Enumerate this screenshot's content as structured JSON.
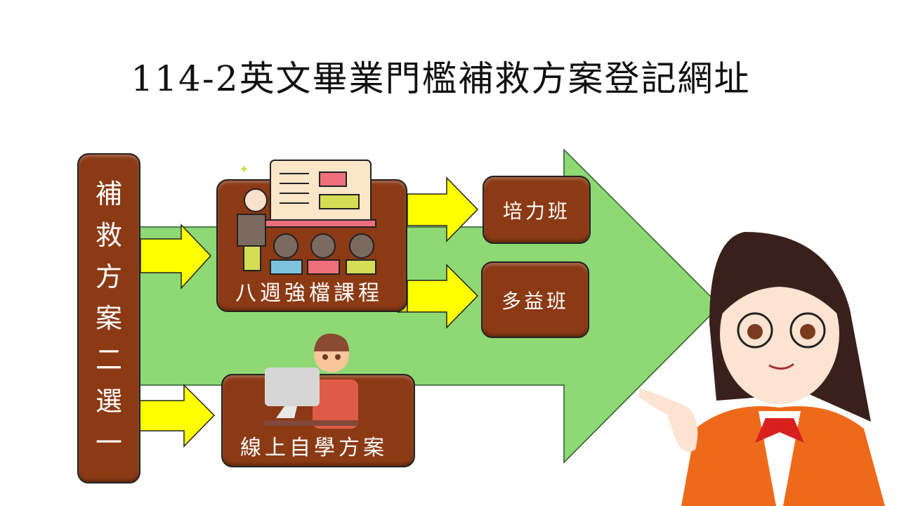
{
  "title": "114-2英文畢業門檻補救方案登記網址",
  "main_label": [
    "補",
    "救",
    "方",
    "案",
    "二",
    "選",
    "一"
  ],
  "options": {
    "eight_week": "八週強檔課程",
    "online": "線上自學方案"
  },
  "classes": {
    "peili": "培力班",
    "toeic": "多益班"
  },
  "colors": {
    "box": "#8B3A14",
    "arrow": "#FFFF00",
    "big_arrow": "#8ED973"
  }
}
